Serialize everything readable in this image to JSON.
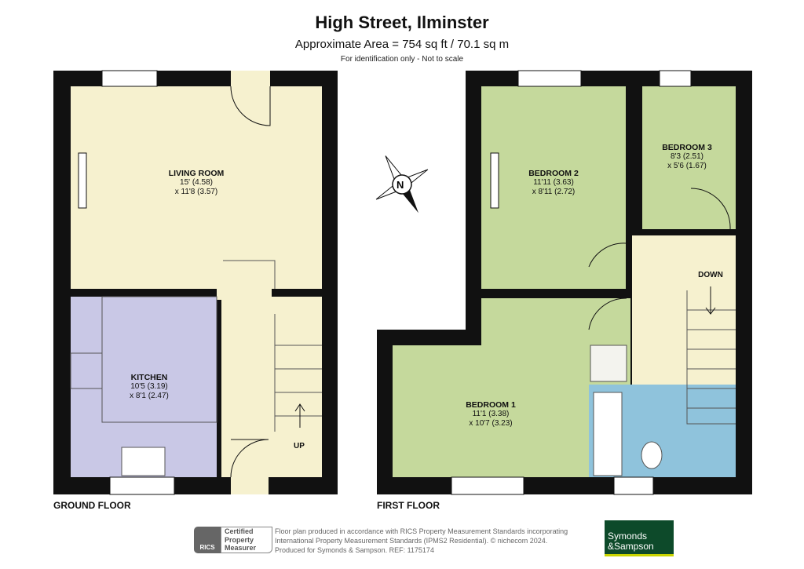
{
  "header": {
    "title": "High Street, Ilminster",
    "area": "Approximate Area = 754 sq ft / 70.1 sq m",
    "note": "For identification only - Not to scale"
  },
  "ground_floor": {
    "label": "GROUND FLOOR",
    "rooms": [
      {
        "name": "LIVING ROOM",
        "dim1": "15' (4.58)",
        "dim2": "x 11'8 (3.57)"
      },
      {
        "name": "KITCHEN",
        "dim1": "10'5 (3.19)",
        "dim2": "x 8'1 (2.47)"
      }
    ],
    "stairs_label": "UP"
  },
  "first_floor": {
    "label": "FIRST FLOOR",
    "rooms": [
      {
        "name": "BEDROOM 2",
        "dim1": "11'11 (3.63)",
        "dim2": "x 8'11 (2.72)"
      },
      {
        "name": "BEDROOM 3",
        "dim1": "8'3 (2.51)",
        "dim2": "x 5'6 (1.67)"
      },
      {
        "name": "BEDROOM 1",
        "dim1": "11'1 (3.38)",
        "dim2": "x 10'7 (3.23)"
      }
    ],
    "stairs_label": "DOWN"
  },
  "compass": {
    "label": "N"
  },
  "footer": {
    "badge": {
      "org": "RICS",
      "line1": "Certified",
      "line2": "Property",
      "line3": "Measurer"
    },
    "text1": "Floor plan produced in accordance with RICS Property Measurement Standards incorporating",
    "text2": "International Property Measurement Standards (IPMS2 Residential).  © nichecom 2024.",
    "text3": "Produced for Symonds & Sampson.   REF: 1175174",
    "logo": {
      "line1": "Symonds",
      "line2": "&Sampson",
      "bg": "#0d4a2a",
      "accent": "#c9d400"
    }
  },
  "colors": {
    "living": "#f6f1cf",
    "kitchen": "#c9c8e6",
    "bedroom": "#c5d99c",
    "bath": "#8fc3dc",
    "wall": "#111111"
  }
}
